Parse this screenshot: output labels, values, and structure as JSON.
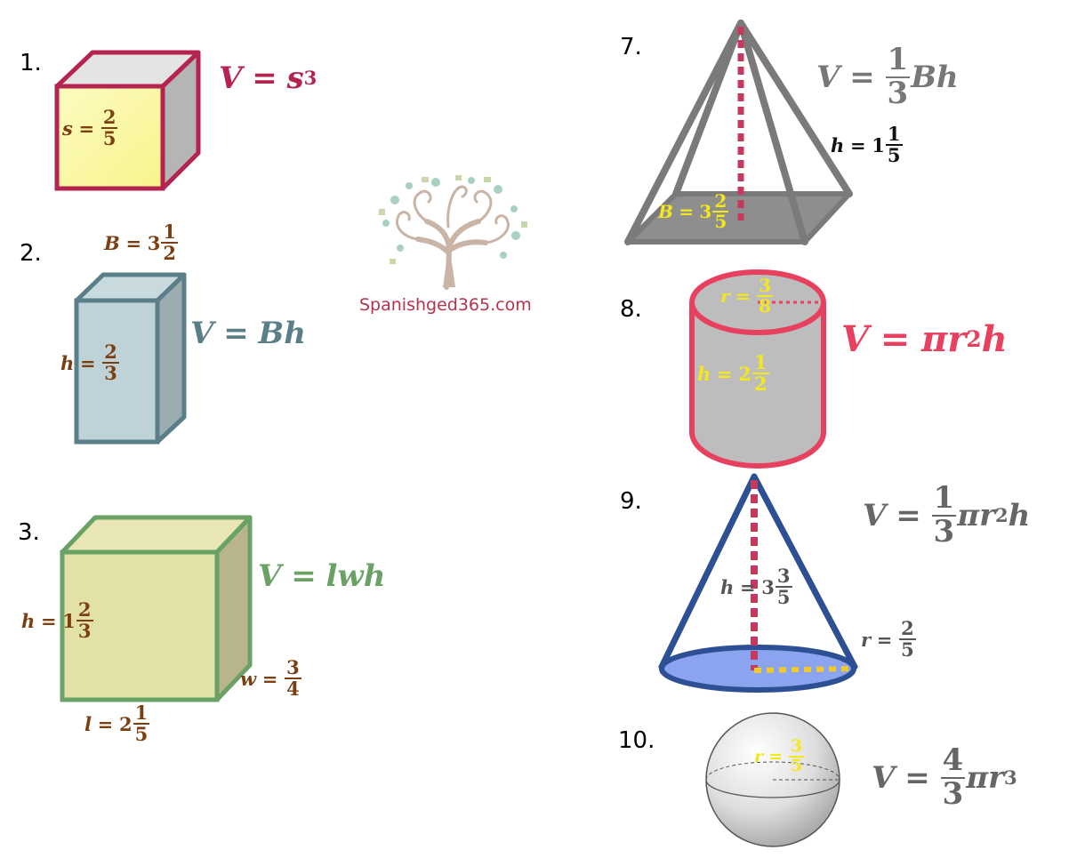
{
  "problems": [
    {
      "number": "1.",
      "formula": {
        "lhs": "V",
        "eq": "=",
        "rhs": "s",
        "exp": "3"
      },
      "side": {
        "var": "s",
        "eq": "=",
        "num": "2",
        "den": "5"
      }
    },
    {
      "number": "2.",
      "formula": {
        "lhs": "V",
        "eq": "=",
        "rhs": "Bh"
      },
      "base": {
        "var": "B",
        "eq": "=",
        "whole": "3",
        "num": "1",
        "den": "2"
      },
      "height": {
        "var": "h",
        "eq": "=",
        "num": "2",
        "den": "3"
      }
    },
    {
      "number": "3.",
      "formula": {
        "lhs": "V",
        "eq": "=",
        "rhs": "lwh"
      },
      "height": {
        "var": "h",
        "eq": "=",
        "whole": "1",
        "num": "2",
        "den": "3"
      },
      "length": {
        "var": "l",
        "eq": "=",
        "whole": "2",
        "num": "1",
        "den": "5"
      },
      "width": {
        "var": "w",
        "eq": "=",
        "num": "3",
        "den": "4"
      }
    },
    {
      "number": "7.",
      "formula": {
        "lhs": "V",
        "eq": "=",
        "num": "1",
        "den": "3",
        "rhs": "Bh"
      },
      "height": {
        "var": "h",
        "eq": "=",
        "whole": "1",
        "num": "1",
        "den": "5"
      },
      "base": {
        "var": "B",
        "eq": "=",
        "whole": "3",
        "num": "2",
        "den": "5"
      }
    },
    {
      "number": "8.",
      "formula": {
        "lhs": "V",
        "eq": "=",
        "rhs": "πr",
        "exp": "2",
        "tail": "h"
      },
      "radius": {
        "var": "r",
        "eq": "=",
        "num": "3",
        "den": "8"
      },
      "height": {
        "var": "h",
        "eq": "=",
        "whole": "2",
        "num": "1",
        "den": "2"
      }
    },
    {
      "number": "9.",
      "formula": {
        "lhs": "V",
        "eq": "=",
        "num": "1",
        "den": "3",
        "rhs": "πr",
        "exp": "2",
        "tail": "h"
      },
      "height": {
        "var": "h",
        "eq": "=",
        "whole": "3",
        "num": "3",
        "den": "5"
      },
      "radius": {
        "var": "r",
        "eq": "=",
        "num": "2",
        "den": "5"
      }
    },
    {
      "number": "10.",
      "formula": {
        "lhs": "V",
        "eq": "=",
        "num": "4",
        "den": "3",
        "rhs": "πr",
        "exp": "3"
      },
      "radius": {
        "var": "r",
        "eq": "=",
        "num": "3",
        "den": "5"
      }
    }
  ],
  "logo": {
    "text": "Spanishged365.com",
    "icon": "tree-icon"
  },
  "colors": {
    "cube": "#b5234f",
    "prism": "#5a7f88",
    "box": "#6aa165",
    "pyramid": "#7a7a7a",
    "cylinder": "#e8405f",
    "cone": "#2d4f93",
    "sphere": "#666666",
    "label_brown": "#7b3f12",
    "label_yellow": "#f3e81b"
  }
}
